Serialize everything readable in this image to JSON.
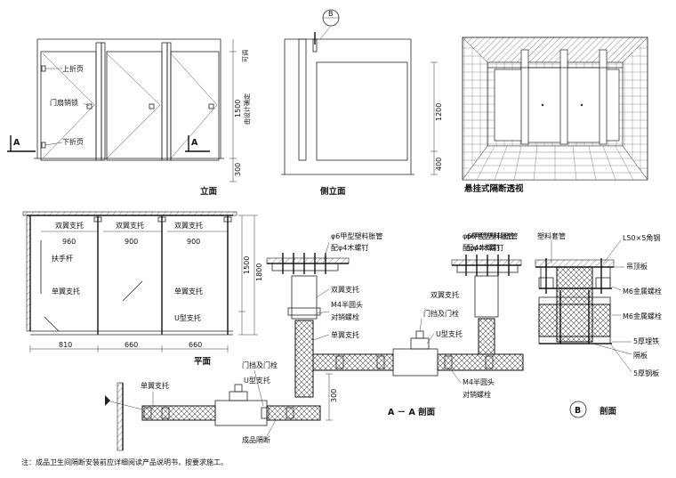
{
  "elevation": {
    "title": "立面",
    "labels": {
      "upper_hinge": "上折页",
      "door_lock": "门扇销锁",
      "lower_hinge": "下折页"
    },
    "section_mark": "A",
    "dims": {
      "height": "1500",
      "base": "300",
      "side_note_top": "可调",
      "side_note_mid": "由设计确定"
    }
  },
  "side_elevation": {
    "title": "侧立面",
    "callout": "B",
    "dims": {
      "upper": "1200",
      "lower": "400"
    }
  },
  "perspective": {
    "title": "悬挂式隔断透视"
  },
  "plan": {
    "title": "平面",
    "labels": {
      "double_bracket_1": "双翼支托",
      "double_bracket_2": "双翼支托",
      "double_bracket_3": "双翼支托",
      "handrail": "扶手杆",
      "single_bracket_1": "单翼支托",
      "single_bracket_2": "单翼支托",
      "u_bracket": "U型支托"
    },
    "top_dims": [
      "960",
      "900",
      "900"
    ],
    "bottom_dims": [
      "810",
      "660",
      "660"
    ],
    "right_dims": {
      "inner": "1500",
      "outer": "1800"
    }
  },
  "section_aa": {
    "title": "A － A 剖面",
    "labels": {
      "anchor_1": "φ6甲型塑料胀管",
      "anchor_2": "配φ4木螺钉",
      "double_bracket": "双翼支托",
      "m4_bolt_1": "M4半圆头",
      "m4_bolt_2": "对销螺栓",
      "single_bracket_1": "单翼支托",
      "door_stop": "门挡及门栓",
      "u_bracket": "U型支托",
      "m4_bolt_3": "M4半圆头",
      "m4_bolt_4": "对销螺栓",
      "single_bracket_2": "单翼支托",
      "door_stop_2": "门挡及门栓",
      "partition": "成品隔断"
    },
    "dim": "300"
  },
  "section_b": {
    "title": "剖面",
    "callout": "B",
    "labels": {
      "anchor_1": "φ6甲型塑料胀管",
      "anchor_2": "配φ4木螺钉",
      "plastic_sleeve": "塑料套管",
      "angle_steel": "L50×5角钢",
      "ceiling_board": "吊顶板",
      "m6_bolt_1": "M6金属螺栓",
      "m6_bolt_2": "M6金属螺栓",
      "embedded_iron": "5厚埋铁",
      "partition_board": "隔板",
      "steel_plate": "5厚钢板"
    }
  },
  "footnote": "注：成品卫生间隔断安装前应详细阅读产品说明书，按要求施工。"
}
